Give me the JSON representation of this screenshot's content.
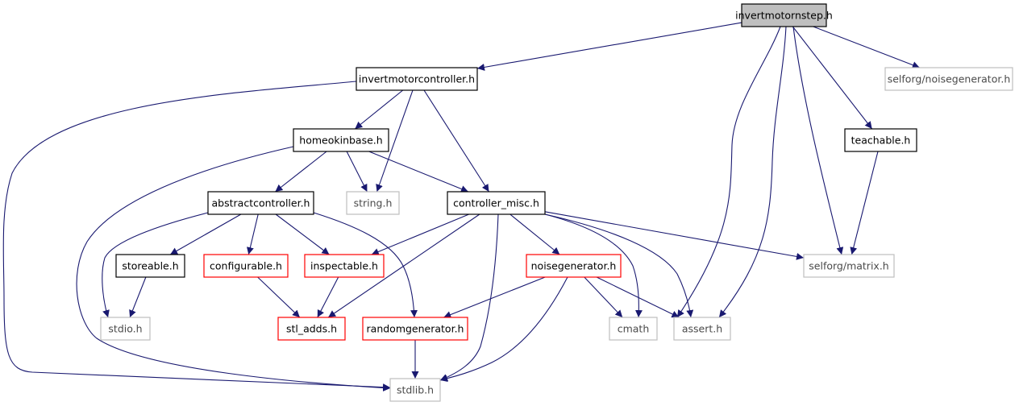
{
  "graph": {
    "title": "",
    "colors": {
      "edge": "#191970",
      "focus_fill": "#bfbfbf",
      "border_normal": "#000000",
      "border_red": "#ff0000",
      "border_gray": "#bfbfbf"
    },
    "nodes": [
      {
        "id": "invertmotornstep",
        "label": "invertmotornstep.h",
        "style": "focus"
      },
      {
        "id": "invertmotorcontroller",
        "label": "invertmotorcontroller.h",
        "style": "normal"
      },
      {
        "id": "selforg_noisegenerator",
        "label": "selforg/noisegenerator.h",
        "style": "gray"
      },
      {
        "id": "homeokinbase",
        "label": "homeokinbase.h",
        "style": "normal"
      },
      {
        "id": "teachable",
        "label": "teachable.h",
        "style": "normal"
      },
      {
        "id": "abstractcontroller",
        "label": "abstractcontroller.h",
        "style": "normal"
      },
      {
        "id": "string",
        "label": "string.h",
        "style": "gray"
      },
      {
        "id": "controller_misc",
        "label": "controller_misc.h",
        "style": "normal"
      },
      {
        "id": "storeable",
        "label": "storeable.h",
        "style": "normal"
      },
      {
        "id": "configurable",
        "label": "configurable.h",
        "style": "red"
      },
      {
        "id": "inspectable",
        "label": "inspectable.h",
        "style": "red"
      },
      {
        "id": "noisegenerator",
        "label": "noisegenerator.h",
        "style": "red"
      },
      {
        "id": "selforg_matrix",
        "label": "selforg/matrix.h",
        "style": "gray"
      },
      {
        "id": "stdio",
        "label": "stdio.h",
        "style": "gray"
      },
      {
        "id": "stl_adds",
        "label": "stl_adds.h",
        "style": "red"
      },
      {
        "id": "randomgenerator",
        "label": "randomgenerator.h",
        "style": "red"
      },
      {
        "id": "cmath",
        "label": "cmath",
        "style": "gray"
      },
      {
        "id": "assert",
        "label": "assert.h",
        "style": "gray"
      },
      {
        "id": "stdlib",
        "label": "stdlib.h",
        "style": "gray"
      }
    ],
    "edges": [
      {
        "from": "invertmotornstep",
        "to": "invertmotorcontroller"
      },
      {
        "from": "invertmotornstep",
        "to": "selforg_noisegenerator"
      },
      {
        "from": "invertmotornstep",
        "to": "teachable"
      },
      {
        "from": "invertmotornstep",
        "to": "selforg_matrix"
      },
      {
        "from": "invertmotornstep",
        "to": "cmath"
      },
      {
        "from": "invertmotornstep",
        "to": "assert"
      },
      {
        "from": "invertmotorcontroller",
        "to": "homeokinbase"
      },
      {
        "from": "invertmotorcontroller",
        "to": "string"
      },
      {
        "from": "invertmotorcontroller",
        "to": "controller_misc"
      },
      {
        "from": "invertmotorcontroller",
        "to": "stdlib"
      },
      {
        "from": "homeokinbase",
        "to": "abstractcontroller"
      },
      {
        "from": "homeokinbase",
        "to": "string"
      },
      {
        "from": "homeokinbase",
        "to": "controller_misc"
      },
      {
        "from": "homeokinbase",
        "to": "stdlib"
      },
      {
        "from": "teachable",
        "to": "selforg_matrix"
      },
      {
        "from": "abstractcontroller",
        "to": "storeable"
      },
      {
        "from": "abstractcontroller",
        "to": "configurable"
      },
      {
        "from": "abstractcontroller",
        "to": "inspectable"
      },
      {
        "from": "abstractcontroller",
        "to": "stdio"
      },
      {
        "from": "abstractcontroller",
        "to": "randomgenerator"
      },
      {
        "from": "controller_misc",
        "to": "inspectable"
      },
      {
        "from": "controller_misc",
        "to": "stl_adds"
      },
      {
        "from": "controller_misc",
        "to": "noisegenerator"
      },
      {
        "from": "controller_misc",
        "to": "selforg_matrix"
      },
      {
        "from": "controller_misc",
        "to": "cmath"
      },
      {
        "from": "controller_misc",
        "to": "assert"
      },
      {
        "from": "controller_misc",
        "to": "stdlib"
      },
      {
        "from": "storeable",
        "to": "stdio"
      },
      {
        "from": "configurable",
        "to": "stl_adds"
      },
      {
        "from": "inspectable",
        "to": "stl_adds"
      },
      {
        "from": "noisegenerator",
        "to": "randomgenerator"
      },
      {
        "from": "noisegenerator",
        "to": "cmath"
      },
      {
        "from": "noisegenerator",
        "to": "assert"
      },
      {
        "from": "noisegenerator",
        "to": "stdlib"
      },
      {
        "from": "randomgenerator",
        "to": "stdlib"
      }
    ]
  }
}
